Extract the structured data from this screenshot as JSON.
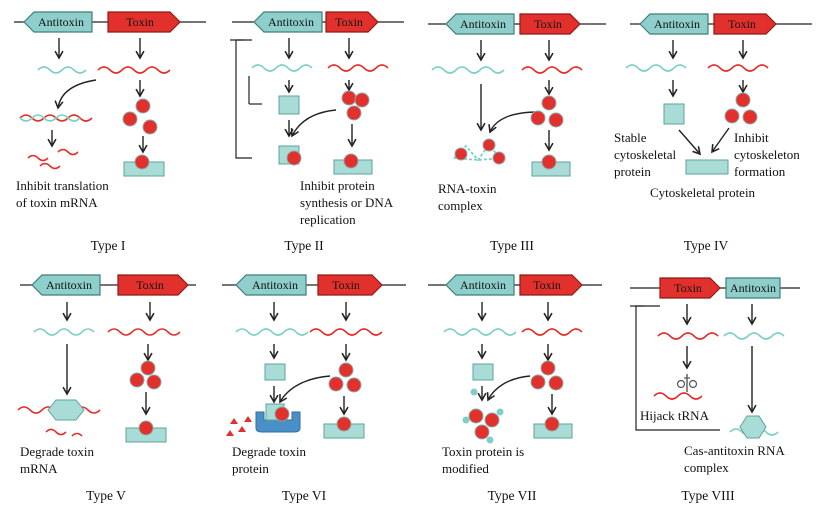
{
  "colors": {
    "antitoxin_fill": "#8fcfcb",
    "antitoxin_stroke": "#3d7f7a",
    "toxin_fill": "#e2312c",
    "toxin_stroke": "#8f1a16",
    "rna_antitoxin": "#7fcfc8",
    "rna_toxin": "#e2312c",
    "protein_box": "#a9dcd6",
    "protease": "#4a90c8"
  },
  "genes": {
    "antitoxin": "Antitoxin",
    "toxin": "Toxin"
  },
  "types": [
    {
      "label": "Type I",
      "caption": [
        "Inhibit translation",
        "of toxin mRNA"
      ]
    },
    {
      "label": "Type II",
      "caption": [
        "Inhibit protein",
        "synthesis or DNA",
        "replication"
      ]
    },
    {
      "label": "Type III",
      "caption": [
        "RNA-toxin",
        "complex"
      ]
    },
    {
      "label": "Type IV",
      "caption_left": [
        "Stable",
        "cytoskeletal",
        "protein"
      ],
      "caption_right": [
        "Inhibit",
        "cytoskeleton",
        "formation"
      ],
      "caption_bottom": "Cytoskeletal protein"
    },
    {
      "label": "Type V",
      "caption": [
        "Degrade toxin",
        "mRNA"
      ]
    },
    {
      "label": "Type VI",
      "caption": [
        "Degrade toxin",
        "protein"
      ]
    },
    {
      "label": "Type VII",
      "caption": [
        "Toxin protein is",
        "modified"
      ]
    },
    {
      "label": "Type VIII",
      "caption_hijack": "Hijack tRNA",
      "caption": [
        "Cas-antitoxin RNA",
        "complex"
      ]
    }
  ]
}
